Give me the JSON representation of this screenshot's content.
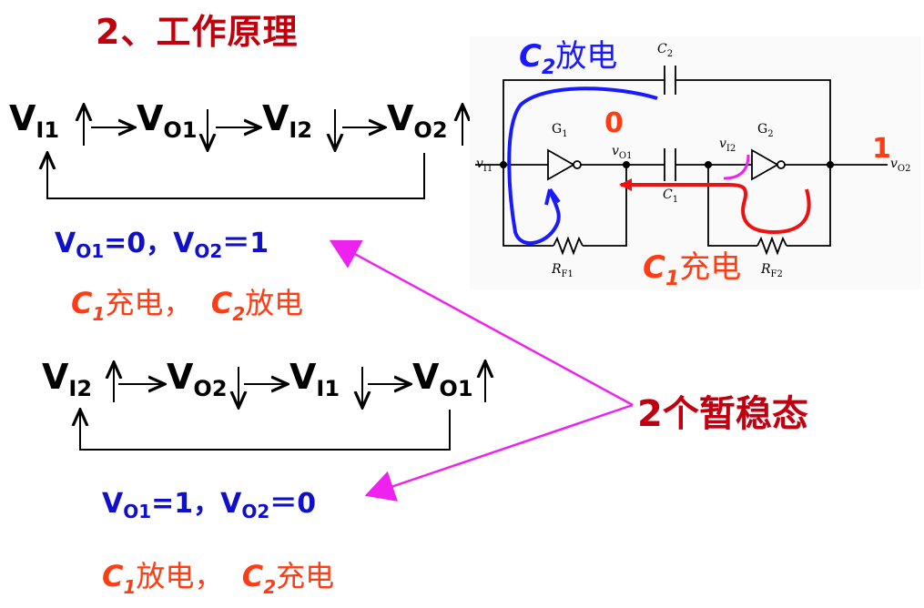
{
  "title": "2、工作原理",
  "loop1": {
    "v1": "V",
    "s1": "I1",
    "v2": "V",
    "s2": "O1",
    "v3": "V",
    "s3": "I2",
    "v4": "V",
    "s4": "O2"
  },
  "loop1_state": {
    "v1": "V",
    "s1": "O1",
    "eq1": "=0，",
    "v2": "V",
    "s2": "O2",
    "eq2": "＝1"
  },
  "loop1_caps": {
    "c1": "C",
    "c1s": "1",
    "t1": "充电，",
    "c2": "C",
    "c2s": "2",
    "t2": "放电"
  },
  "loop2": {
    "v1": "V",
    "s1": "I2",
    "v2": "V",
    "s2": "O2",
    "v3": "V",
    "s3": "I1",
    "v4": "V",
    "s4": "O1"
  },
  "loop2_state": {
    "v1": "V",
    "s1": "O1",
    "eq1": "=1，",
    "v2": "V",
    "s2": "O2",
    "eq2": "＝0"
  },
  "loop2_caps": {
    "c1": "C",
    "c1s": "1",
    "t1": "放电，",
    "c2": "C",
    "c2s": "2",
    "t2": "充电"
  },
  "temp_states": "2个暂稳态",
  "circuit": {
    "c2_discharge": {
      "c": "C",
      "cs": "2",
      "t": "放电"
    },
    "c1_charge": {
      "c": "C",
      "cs": "1",
      "t": "充电"
    },
    "out1_level": "0",
    "out2_level": "1",
    "labels": {
      "vi1": "v",
      "vi1s": "I1",
      "vo1": "v",
      "vo1s": "O1",
      "vi2": "v",
      "vi2s": "I2",
      "vo2": "v",
      "vo2s": "O2",
      "g1": "G",
      "g1s": "1",
      "g2": "G",
      "g2s": "2",
      "c1": "C",
      "c1s": "1",
      "c2": "C",
      "c2s": "2",
      "rf1": "R",
      "rf1s": "F1",
      "rf2": "R",
      "rf2s": "F2"
    }
  },
  "colors": {
    "title": "#c0000c",
    "state": "#1010c8",
    "caps": "#ff3c14",
    "arrow": "#ee22ee",
    "blue_path": "#1a1aff",
    "red_path": "#ee1111"
  }
}
